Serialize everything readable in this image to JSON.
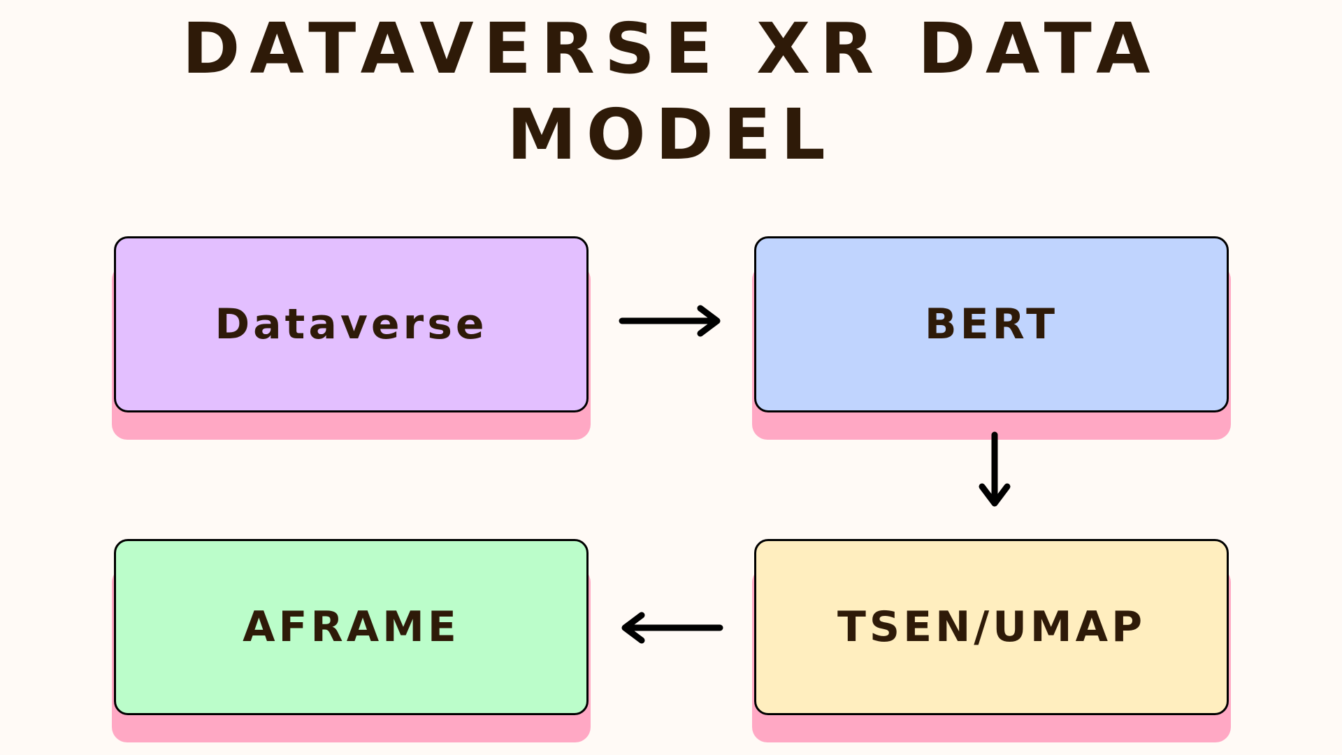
{
  "title": {
    "line1": "DATAVERSE XR DATA",
    "line2": "MODEL"
  },
  "nodes": [
    {
      "label": "Dataverse",
      "color": "#e3bfff"
    },
    {
      "label": "BERT",
      "color": "#c0d4fe"
    },
    {
      "label": "TSEN/UMAP",
      "color": "#ffeebf"
    },
    {
      "label": "AFRAME",
      "color": "#bbfdca"
    }
  ],
  "colors": {
    "shadow": "#ffa8c4",
    "text": "#2e1a08",
    "background": "#fffaf6"
  }
}
